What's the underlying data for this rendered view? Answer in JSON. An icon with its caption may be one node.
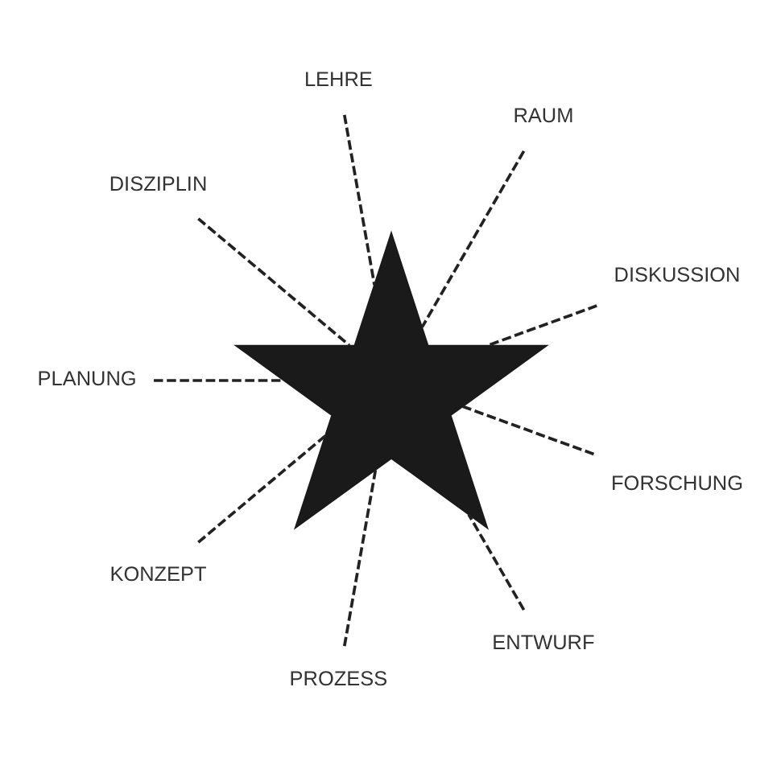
{
  "diagram": {
    "nodes": [
      {
        "text": [
          "DISKUSSION"
        ]
      },
      {
        "text": [
          "RAUM"
        ]
      },
      {
        "text": [
          "LEHRE"
        ]
      },
      {
        "text": [
          "DISZIPLIN"
        ]
      },
      {
        "text": [
          "PLANUNG"
        ]
      },
      {
        "text": [],
        "shape": "star"
      },
      {
        "text": [
          "KONZEPT"
        ]
      },
      {
        "text": [
          "PROZESS"
        ]
      },
      {
        "text": [
          "ENTWURF"
        ]
      },
      {
        "text": [
          "FORSCHUNG"
        ]
      }
    ],
    "edges": [
      {
        "from": 0,
        "to": 5,
        "arrow": "none",
        "style": "dashed"
      },
      {
        "from": 1,
        "to": 5,
        "arrow": "none",
        "style": "dashed"
      },
      {
        "from": 2,
        "to": 5,
        "arrow": "none",
        "style": "dashed"
      },
      {
        "from": 3,
        "to": 5,
        "arrow": "none",
        "style": "dashed"
      },
      {
        "from": 4,
        "to": 5,
        "arrow": "none",
        "style": "dashed"
      },
      {
        "from": 6,
        "to": 5,
        "arrow": "none",
        "style": "dashed"
      },
      {
        "from": 7,
        "to": 5,
        "arrow": "none",
        "style": "dashed"
      },
      {
        "from": 8,
        "to": 5,
        "arrow": "none",
        "style": "dashed"
      },
      {
        "from": 9,
        "to": 5,
        "arrow": "none",
        "style": "dashed"
      }
    ]
  }
}
